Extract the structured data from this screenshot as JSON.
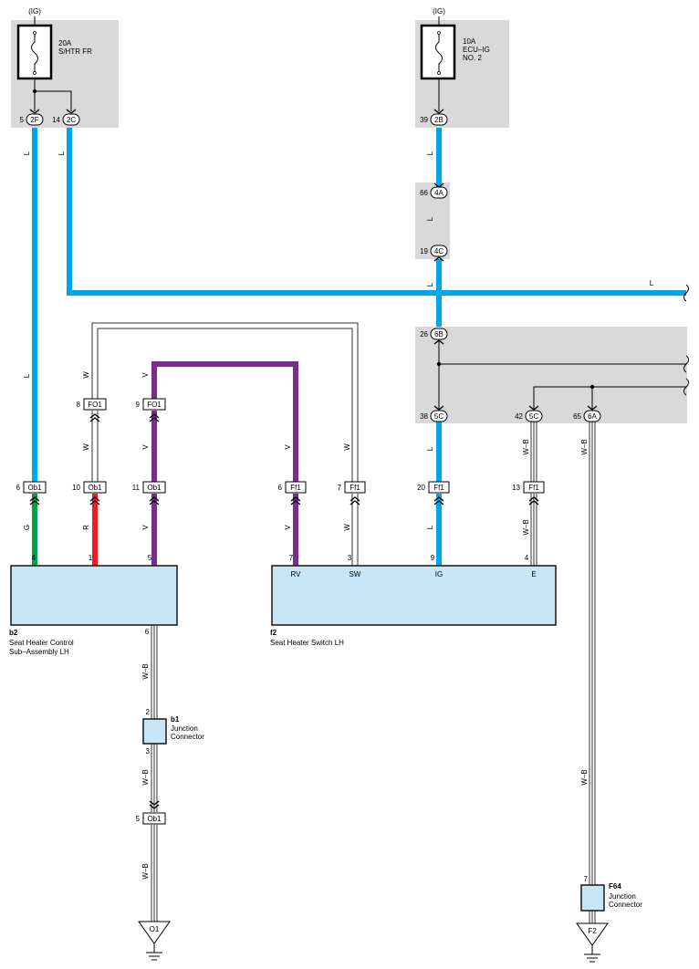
{
  "power_sources": {
    "left": {
      "ig_label": "(IG)",
      "fuse_label": "20A\nS/HTR FR"
    },
    "right": {
      "ig_label": "(IG)",
      "fuse_label": "10A\nECU–IG\nNO. 2"
    }
  },
  "connectors": {
    "c2F": {
      "pin": "5",
      "name": "2F"
    },
    "c2C": {
      "pin": "14",
      "name": "2C"
    },
    "c2B": {
      "pin": "39",
      "name": "2B"
    },
    "c4A": {
      "pin": "66",
      "name": "4A"
    },
    "c4C": {
      "pin": "19",
      "name": "4C"
    },
    "c6B": {
      "pin": "26",
      "name": "6B"
    },
    "c5C_a": {
      "pin": "38",
      "name": "5C"
    },
    "c5C_b": {
      "pin": "42",
      "name": "5C"
    },
    "c6A": {
      "pin": "65",
      "name": "6A"
    },
    "fo1_a": {
      "pin": "8",
      "name": "FO1"
    },
    "fo1_b": {
      "pin": "9",
      "name": "FO1"
    },
    "ob1_a": {
      "pin": "6",
      "name": "Ob1"
    },
    "ob1_b": {
      "pin": "10",
      "name": "Ob1"
    },
    "ob1_c": {
      "pin": "11",
      "name": "Ob1"
    },
    "ff1_a": {
      "pin": "6",
      "name": "Ff1"
    },
    "ff1_b": {
      "pin": "7",
      "name": "Ff1"
    },
    "ff1_c": {
      "pin": "20",
      "name": "Ff1"
    },
    "ff1_d": {
      "pin": "13",
      "name": "Ff1"
    },
    "ob1_d": {
      "pin": "5",
      "name": "Ob1"
    }
  },
  "wire_colors": {
    "L": "L",
    "W": "W",
    "V": "V",
    "G": "G",
    "R": "R",
    "WB": "W–B"
  },
  "colors": {
    "L": "#00a6e8",
    "G": "#00a04a",
    "R": "#ee1c25",
    "V": "#7b2d8e",
    "component_fill": "#c7e7f8",
    "relay_box": "#d9d9d9"
  },
  "b2": {
    "code": "b2",
    "name": "Seat Heater Control\nSub–Assembly LH",
    "pins": {
      "p4": "4",
      "p1": "1",
      "p5": "5",
      "p6": "6"
    }
  },
  "f2": {
    "code": "f2",
    "name": "Seat Heater Switch LH",
    "pins": {
      "rv_num": "7",
      "sw_num": "3",
      "ig_num": "9",
      "e_num": "4"
    },
    "terminals": {
      "rv": "RV",
      "sw": "SW",
      "ig": "IG",
      "e": "E"
    }
  },
  "b1": {
    "code": "b1",
    "name": "Junction\nConnector",
    "pin_top": "2",
    "pin_bottom": "3"
  },
  "f64": {
    "code": "F64",
    "name": "Junction\nConnector",
    "pin_top": "7"
  },
  "grounds": {
    "o1": "O1",
    "f2": "F2"
  }
}
